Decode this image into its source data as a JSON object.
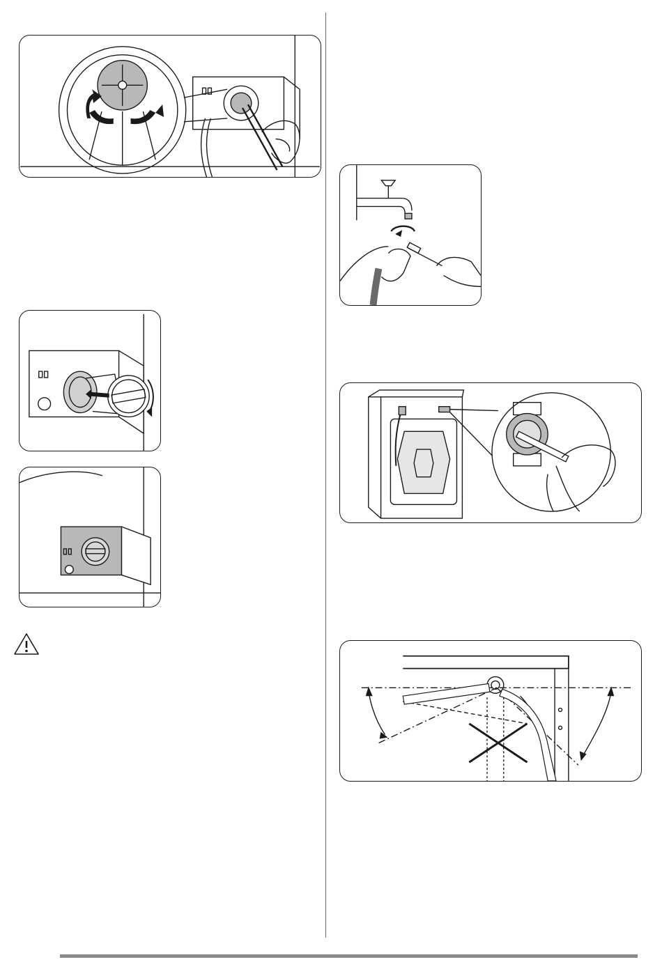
{
  "page": {
    "figures": [
      {
        "id": "fig-pump-cover-release",
        "icon": "pump-cover-release-illustration"
      },
      {
        "id": "fig-pump-filter-unscrew",
        "icon": "pump-filter-unscrew-illustration"
      },
      {
        "id": "fig-pump-cover-closed",
        "icon": "pump-cover-closed-illustration"
      },
      {
        "id": "fig-inlet-hose-clean",
        "icon": "inlet-hose-clean-illustration"
      },
      {
        "id": "fig-inlet-filter-clean",
        "icon": "inlet-valve-filter-clean-illustration"
      },
      {
        "id": "fig-hose-angle",
        "icon": "inlet-hose-angle-illustration"
      }
    ],
    "warning_icon": "warning-triangle-icon",
    "colors": {
      "line": "#1a1a1a",
      "divider": "#6b6b6b",
      "footer": "#8a8a8a",
      "shade": "#b8b8b8"
    }
  }
}
